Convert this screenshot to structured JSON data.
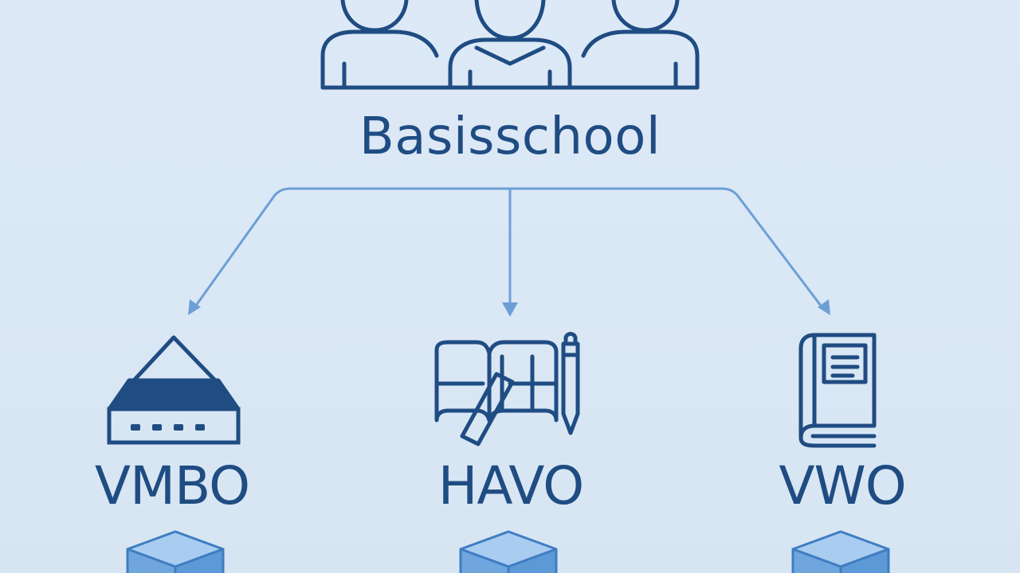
{
  "root": {
    "label": "Basisschool",
    "icon": "students-group-icon"
  },
  "levels": [
    {
      "label": "VMBO",
      "icon": "workshop-building-icon"
    },
    {
      "label": "HAVO",
      "icon": "book-and-pencil-icon"
    },
    {
      "label": "VWO",
      "icon": "textbook-icon"
    }
  ],
  "colors": {
    "background": "#dbe8f5",
    "ink": "#1f4c82",
    "arrow": "#6d9fd6",
    "cube_top": "#a9cdf0",
    "cube_side": "#6ea6dd"
  }
}
